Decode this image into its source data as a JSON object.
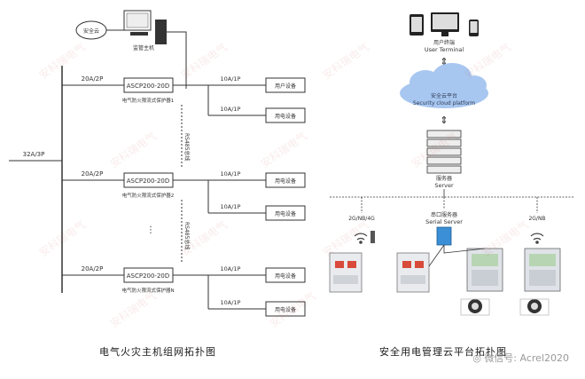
{
  "colors": {
    "line": "#333333",
    "accent_blue": "#3a8fd6",
    "cloud": "#a8c7f0",
    "device_red": "#d84b3a",
    "device_gray": "#b8bec6",
    "watermark": "#c83c3c"
  },
  "left_diagram": {
    "caption": "电气火灾主机组网拓扑图",
    "cloud_label": "安全云",
    "host_label": "监管主机",
    "main_breaker": "32A/3P",
    "branch_breaker": "20A/2P",
    "device_model": "ASCP200-20D",
    "device_descs": [
      "电气防火限流式保护器1",
      "电气防火限流式保护器2",
      "电气防火限流式保护器N"
    ],
    "bus_labels": [
      "RS485总线",
      "RS485总线"
    ],
    "out_breaker": "10A/1P",
    "loads": [
      [
        "用户设备",
        "用电设备"
      ],
      [
        "用电设备",
        "用电设备"
      ],
      [
        "用电设备",
        "用电设备"
      ]
    ]
  },
  "right_diagram": {
    "caption": "安全用电管理云平台拓扑图",
    "user_terminal_cn": "用户终端",
    "user_terminal_en": "User Terminal",
    "cloud_cn": "安全云平台",
    "cloud_en": "Security cloud platform",
    "server_cn": "服务器",
    "server_en": "Server",
    "net_label_left": "2G/NB/4G",
    "serial_cn": "串口服务器",
    "serial_en": "Serial Server",
    "net_label_right": "2G/NB"
  },
  "footer": {
    "wechat": "微信号: Acrel2020"
  },
  "watermark_text": "安科瑞电气"
}
